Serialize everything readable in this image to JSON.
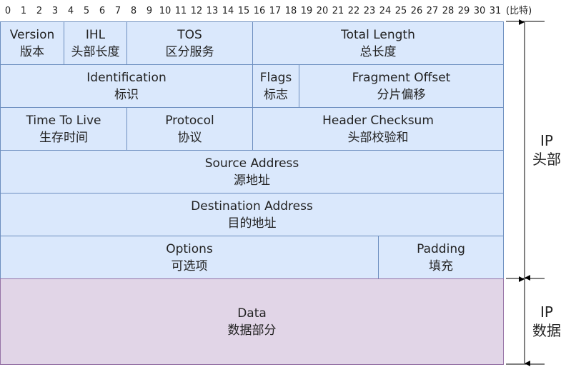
{
  "bit_numbers": [
    "0",
    "1",
    "2",
    "3",
    "4",
    "5",
    "6",
    "7",
    "8",
    "9",
    "10",
    "11",
    "12",
    "13",
    "14",
    "15",
    "16",
    "17",
    "18",
    "19",
    "20",
    "21",
    "22",
    "23",
    "24",
    "25",
    "26",
    "27",
    "28",
    "29",
    "30",
    "31"
  ],
  "bit_unit": "(比特)",
  "rows": [
    [
      {
        "key": "version",
        "en": "Version",
        "zh": "版本"
      },
      {
        "key": "ihl",
        "en": "IHL",
        "zh": "头部长度"
      },
      {
        "key": "tos",
        "en": "TOS",
        "zh": "区分服务"
      },
      {
        "key": "total-length",
        "en": "Total Length",
        "zh": "总长度"
      }
    ],
    [
      {
        "key": "identification",
        "en": "Identification",
        "zh": "标识"
      },
      {
        "key": "flags",
        "en": "Flags",
        "zh": "标志"
      },
      {
        "key": "fragment-offset",
        "en": "Fragment Offset",
        "zh": "分片偏移"
      }
    ],
    [
      {
        "key": "ttl",
        "en": "Time To Live",
        "zh": "生存时间"
      },
      {
        "key": "protocol",
        "en": "Protocol",
        "zh": "协议"
      },
      {
        "key": "header-checksum",
        "en": "Header Checksum",
        "zh": "头部校验和"
      }
    ],
    [
      {
        "key": "source-address",
        "en": "Source Address",
        "zh": "源地址"
      }
    ],
    [
      {
        "key": "destination-address",
        "en": "Destination Address",
        "zh": "目的地址"
      }
    ],
    [
      {
        "key": "options",
        "en": "Options",
        "zh": "可选项"
      },
      {
        "key": "padding",
        "en": "Padding",
        "zh": "填充"
      }
    ]
  ],
  "data_field": {
    "en": "Data",
    "zh": "数据部分"
  },
  "side_labels": {
    "header": {
      "line1": "IP",
      "line2": "头部"
    },
    "data": {
      "line1": "IP",
      "line2": "数据"
    }
  },
  "colors": {
    "header_fill": "#dae8fc",
    "header_stroke": "#6c8ebf",
    "data_fill": "#e1d5e7",
    "data_stroke": "#9673a6"
  }
}
